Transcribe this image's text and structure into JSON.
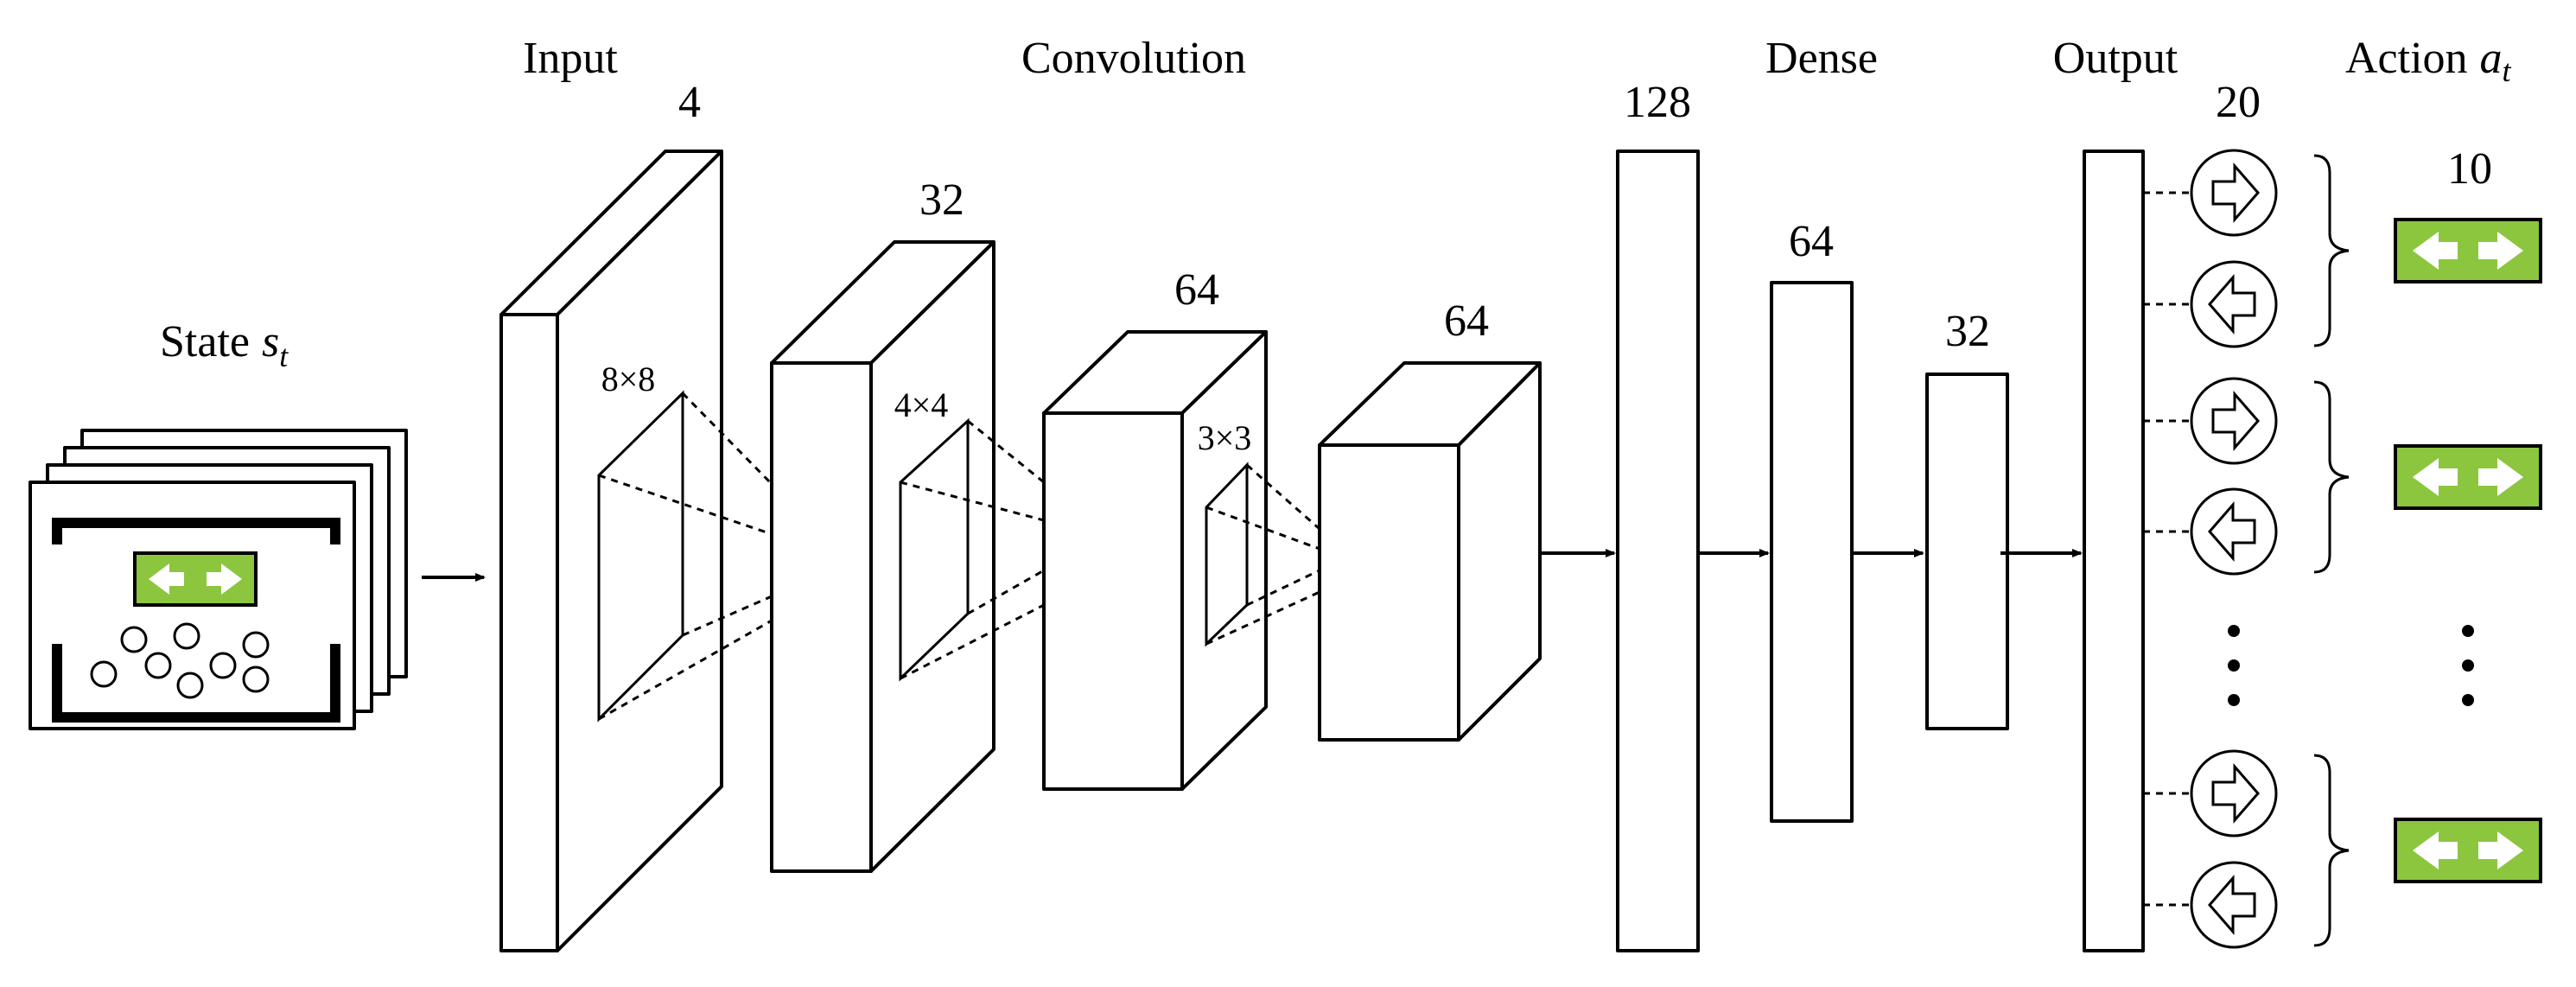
{
  "labels": {
    "input": "Input",
    "convolution": "Convolution",
    "dense": "Dense",
    "output": "Output",
    "state_word": "State",
    "state_var": "s",
    "state_sub": "t",
    "action_word": "Action",
    "action_var": "a",
    "action_sub": "t"
  },
  "sizes": {
    "input_channels": "4",
    "conv1": "32",
    "conv2": "64",
    "conv3": "64",
    "dense1": "128",
    "dense2": "64",
    "dense3": "32",
    "output": "20",
    "actions": "10"
  },
  "kernels": {
    "k1": "8×8",
    "k2": "4×4",
    "k3": "3×3"
  },
  "colors": {
    "accent_green": "#8cc63f",
    "stroke": "#000000"
  },
  "icons": {
    "right_circle": "right-arrow-circle-icon",
    "left_circle": "left-arrow-circle-icon",
    "action": "left-right-arrows-icon"
  }
}
